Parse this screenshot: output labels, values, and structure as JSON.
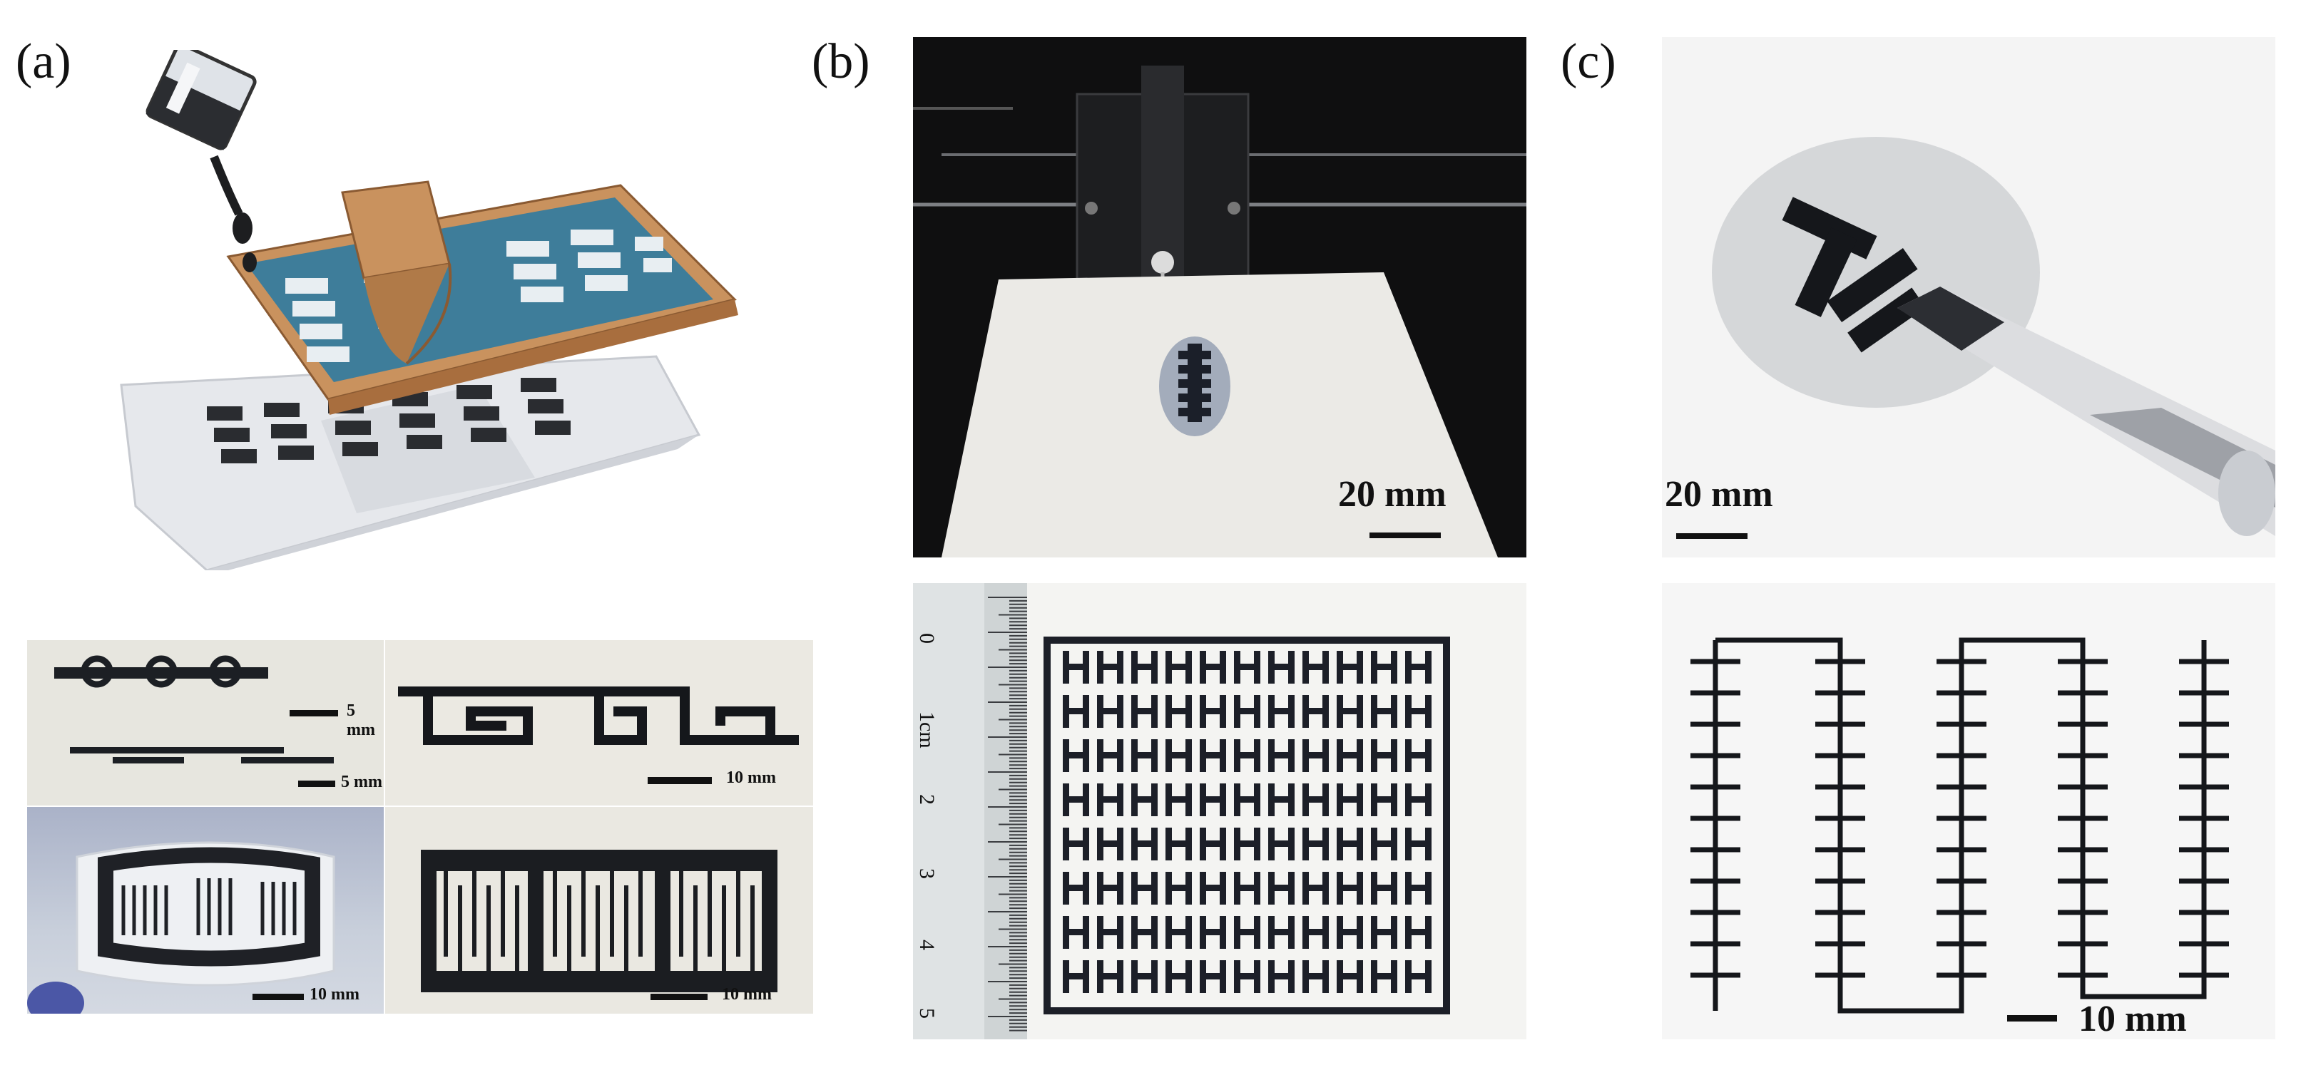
{
  "panels": {
    "a": {
      "label": "(a)",
      "scale_bars": [
        "5 mm",
        "5 mm",
        "10 mm",
        "10 mm",
        "10 mm"
      ]
    },
    "b": {
      "label": "(b)",
      "scale_bar_top": "20 mm",
      "ruler_ticks": [
        "0",
        "1cm",
        "2",
        "3",
        "4",
        "5"
      ]
    },
    "c": {
      "label": "(c)",
      "scale_bar_top": "20 mm",
      "scale_bar_bottom": "10 mm"
    }
  },
  "colors": {
    "ink": "#1c1f24",
    "screen_blue": "#3e7d9a",
    "frame_wood": "#c9925e",
    "paper_grey": "#e4e6ea",
    "printer_dark": "#0f0f10"
  }
}
